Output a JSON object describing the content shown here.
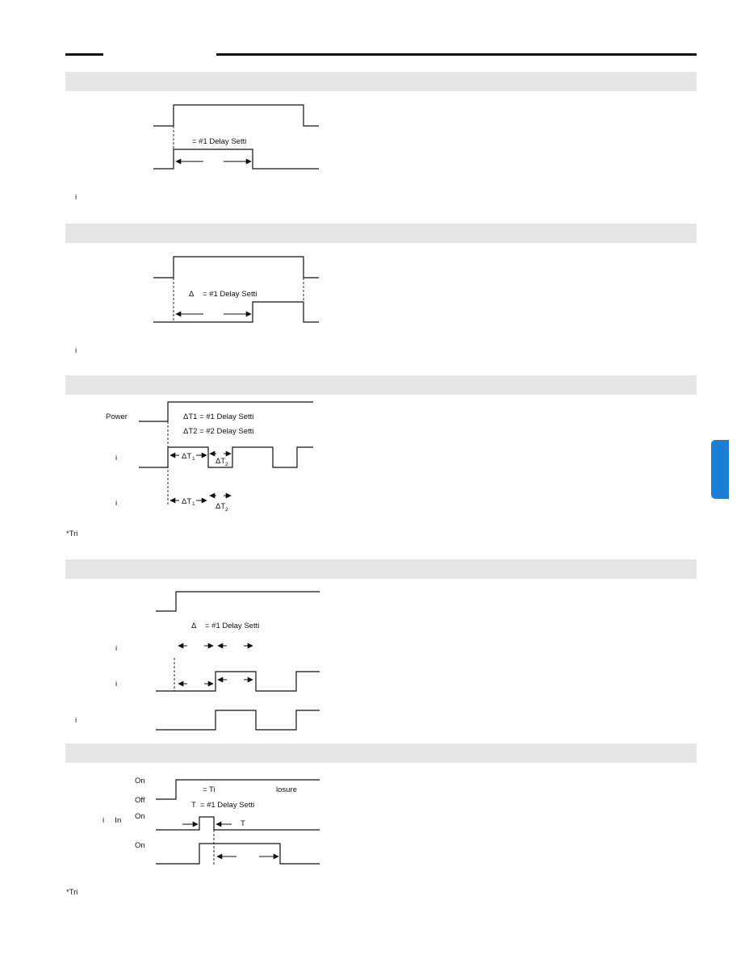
{
  "section1": {
    "delay_text": "= #1 Delay Setti",
    "footnote": "i"
  },
  "section2": {
    "delta_symbol": "Δ",
    "delay_text": "= #1 Delay Setti",
    "footnote": "i"
  },
  "section3": {
    "power_label": "Power",
    "row2_label": "i",
    "row3_label": "i",
    "dt1_def": "ΔT1 = #1 Delay Setti",
    "dt2_def": "ΔT2 = #2 Delay Setti",
    "footnote": "*Tri"
  },
  "section4": {
    "delta_symbol": "Δ",
    "delay_text": "= #1 Delay Setti",
    "row2_label": "i",
    "row3_label": "i",
    "row4_label": "i"
  },
  "section5": {
    "on_label_1": "On",
    "off_label": "Off",
    "on_label_2": "On",
    "on_label_3": "On",
    "row3_label": "i     In",
    "ti_text": "= Ti",
    "closure_text": "losure",
    "t_def": "T  = #1 Delay Setti",
    "t_mark": "T",
    "footnote": "*Tri"
  },
  "colors": {
    "accent_tab": "#1a7fd4",
    "band": "#e6e6e6"
  }
}
